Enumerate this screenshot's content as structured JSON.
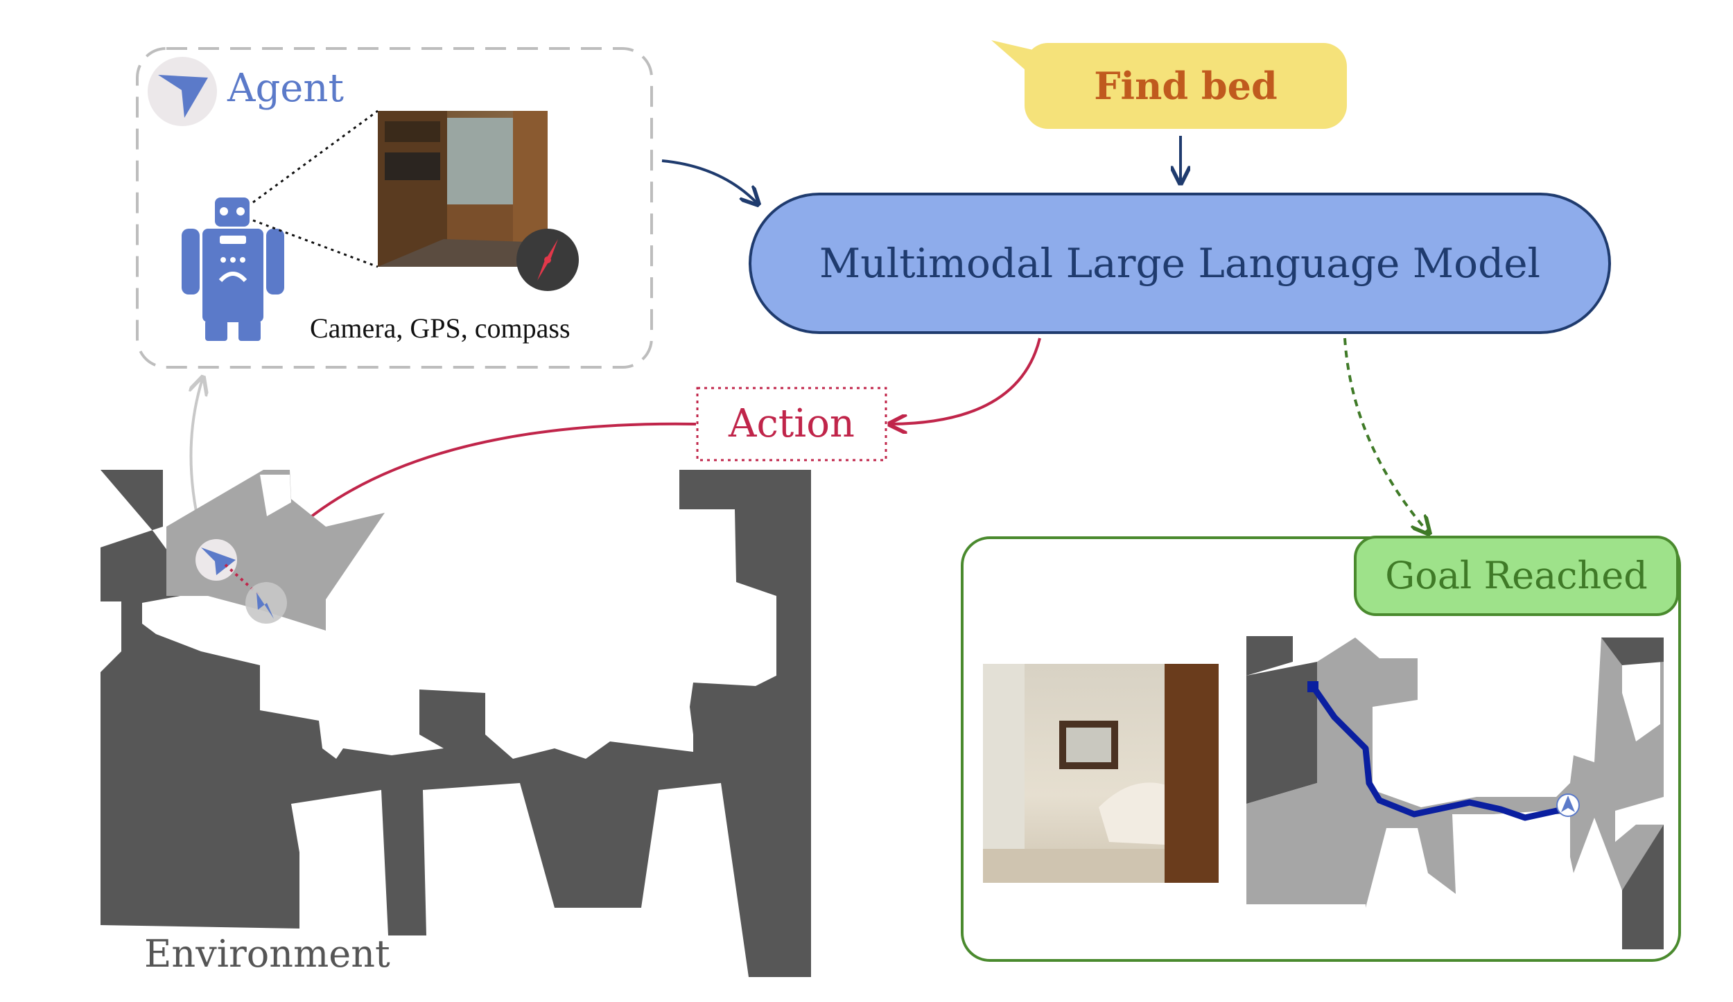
{
  "agent": {
    "title": "Agent",
    "sensor_caption": "Camera, GPS, compass"
  },
  "instruction": {
    "text": "Find bed"
  },
  "model": {
    "label": "Multimodal Large Language Model"
  },
  "action": {
    "label": "Action"
  },
  "goal": {
    "label": "Goal Reached"
  },
  "environment": {
    "label": "Environment"
  },
  "colors": {
    "agent_blue": "#5b7ac9",
    "model_fill": "#8eaceb",
    "model_border": "#1f3b6e",
    "speech_yellow": "#f5e27a",
    "speech_text": "#c05a1e",
    "action_red": "#c0254a",
    "goal_green": "#3f7a27",
    "goal_fill": "#9ee28a",
    "map_dark": "#575757",
    "map_light": "#a6a6a6",
    "path_blue": "#0a1fa0"
  },
  "icons": [
    "navigation-arrow-icon",
    "robot-icon",
    "compass-icon",
    "agent-marker-icon"
  ]
}
